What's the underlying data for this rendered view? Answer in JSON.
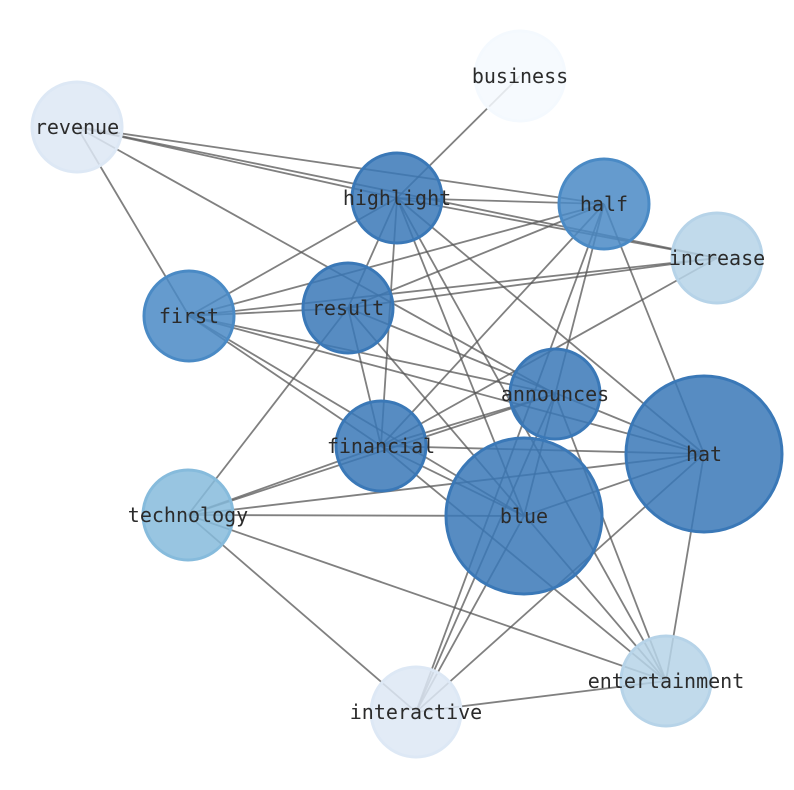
{
  "chart_data": {
    "type": "network",
    "nodes": [
      {
        "id": "business",
        "label": "business",
        "weight": 1,
        "color": "#f4f9fe"
      },
      {
        "id": "revenue",
        "label": "revenue",
        "weight": 1,
        "color": "#dde8f5"
      },
      {
        "id": "highlight",
        "label": "highlight",
        "weight": 2,
        "color": "#3a78b7"
      },
      {
        "id": "half",
        "label": "half",
        "weight": 2,
        "color": "#4a8ac5"
      },
      {
        "id": "increase",
        "label": "increase",
        "weight": 1,
        "color": "#b6d3e8"
      },
      {
        "id": "first",
        "label": "first",
        "weight": 2,
        "color": "#4a8ac5"
      },
      {
        "id": "result",
        "label": "result",
        "weight": 2,
        "color": "#3a78b7"
      },
      {
        "id": "announces",
        "label": "announces",
        "weight": 2,
        "color": "#3a78b7"
      },
      {
        "id": "hat",
        "label": "hat",
        "weight": 4,
        "color": "#3a78b7"
      },
      {
        "id": "financial",
        "label": "financial",
        "weight": 2,
        "color": "#3a78b7"
      },
      {
        "id": "technology",
        "label": "technology",
        "weight": 1,
        "color": "#86bbdc"
      },
      {
        "id": "blue",
        "label": "blue",
        "weight": 4,
        "color": "#3a78b7"
      },
      {
        "id": "entertainment",
        "label": "entertainment",
        "weight": 1,
        "color": "#b6d3e8"
      },
      {
        "id": "interactive",
        "label": "interactive",
        "weight": 1,
        "color": "#dde8f5"
      }
    ],
    "edges": [
      [
        "business",
        "highlight"
      ],
      [
        "revenue",
        "highlight"
      ],
      [
        "revenue",
        "half"
      ],
      [
        "revenue",
        "increase"
      ],
      [
        "revenue",
        "first"
      ],
      [
        "revenue",
        "announces"
      ],
      [
        "highlight",
        "half"
      ],
      [
        "highlight",
        "increase"
      ],
      [
        "highlight",
        "first"
      ],
      [
        "highlight",
        "result"
      ],
      [
        "highlight",
        "financial"
      ],
      [
        "highlight",
        "blue"
      ],
      [
        "highlight",
        "hat"
      ],
      [
        "highlight",
        "entertainment"
      ],
      [
        "half",
        "first"
      ],
      [
        "half",
        "result"
      ],
      [
        "half",
        "financial"
      ],
      [
        "half",
        "blue"
      ],
      [
        "half",
        "hat"
      ],
      [
        "half",
        "interactive"
      ],
      [
        "increase",
        "first"
      ],
      [
        "increase",
        "result"
      ],
      [
        "increase",
        "financial"
      ],
      [
        "first",
        "result"
      ],
      [
        "first",
        "announces"
      ],
      [
        "first",
        "hat"
      ],
      [
        "first",
        "blue"
      ],
      [
        "first",
        "financial"
      ],
      [
        "result",
        "hat"
      ],
      [
        "result",
        "financial"
      ],
      [
        "result",
        "technology"
      ],
      [
        "result",
        "entertainment"
      ],
      [
        "announces",
        "financial"
      ],
      [
        "announces",
        "technology"
      ],
      [
        "announces",
        "interactive"
      ],
      [
        "announces",
        "entertainment"
      ],
      [
        "financial",
        "hat"
      ],
      [
        "financial",
        "technology"
      ],
      [
        "financial",
        "blue"
      ],
      [
        "hat",
        "blue"
      ],
      [
        "hat",
        "technology"
      ],
      [
        "hat",
        "interactive"
      ],
      [
        "hat",
        "entertainment"
      ],
      [
        "technology",
        "blue"
      ],
      [
        "technology",
        "entertainment"
      ],
      [
        "technology",
        "interactive"
      ],
      [
        "interactive",
        "entertainment"
      ],
      [
        "interactive",
        "blue"
      ],
      [
        "financial",
        "entertainment"
      ]
    ]
  }
}
